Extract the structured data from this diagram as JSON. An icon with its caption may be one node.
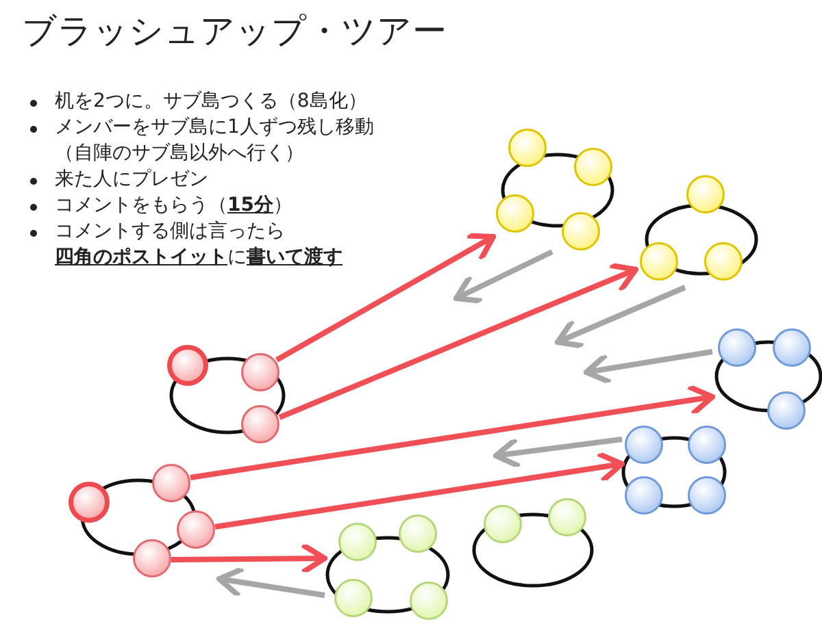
{
  "diagram": {
    "title": "ブラッシュアップ・ツアー",
    "nodes": [
      {
        "text": [],
        "shape": "ellipse"
      },
      {
        "text": [],
        "shape": "ellipse"
      },
      {
        "text": [],
        "shape": "ellipse"
      },
      {
        "text": [],
        "shape": "ellipse"
      },
      {
        "text": [],
        "shape": "ellipse"
      },
      {
        "text": [],
        "shape": "ellipse"
      },
      {
        "text": [],
        "shape": "ellipse"
      },
      {
        "text": [],
        "shape": "ellipse"
      }
    ],
    "edges": [
      {
        "from": 3,
        "to": 0,
        "arrow": "to"
      },
      {
        "from": 3,
        "to": 1,
        "arrow": "to"
      },
      {
        "from": 5,
        "to": 2,
        "arrow": "to"
      },
      {
        "from": 5,
        "to": 4,
        "arrow": "to"
      },
      {
        "from": 5,
        "to": 7,
        "arrow": "to"
      },
      {
        "from": 0,
        "to": null,
        "arrow": "to",
        "color": "#a6a6a6"
      },
      {
        "from": 1,
        "to": null,
        "arrow": "to",
        "color": "#a6a6a6"
      },
      {
        "from": 2,
        "to": null,
        "arrow": "to",
        "color": "#a6a6a6"
      },
      {
        "from": 4,
        "to": null,
        "arrow": "to",
        "color": "#a6a6a6"
      },
      {
        "from": 7,
        "to": 5,
        "arrow": "to",
        "color": "#a6a6a6"
      }
    ],
    "labels": [
      "机を2つに。サブ島つくる（8島化）",
      "メンバーをサブ島に1人ずつ残し移動（自陣のサブ島以外へ行く）",
      "来た人にプレゼン",
      "コメントをもらう（**15分**）",
      "コメントする側は言ったら**四角のポストイット**に**書いて渡す**"
    ]
  }
}
